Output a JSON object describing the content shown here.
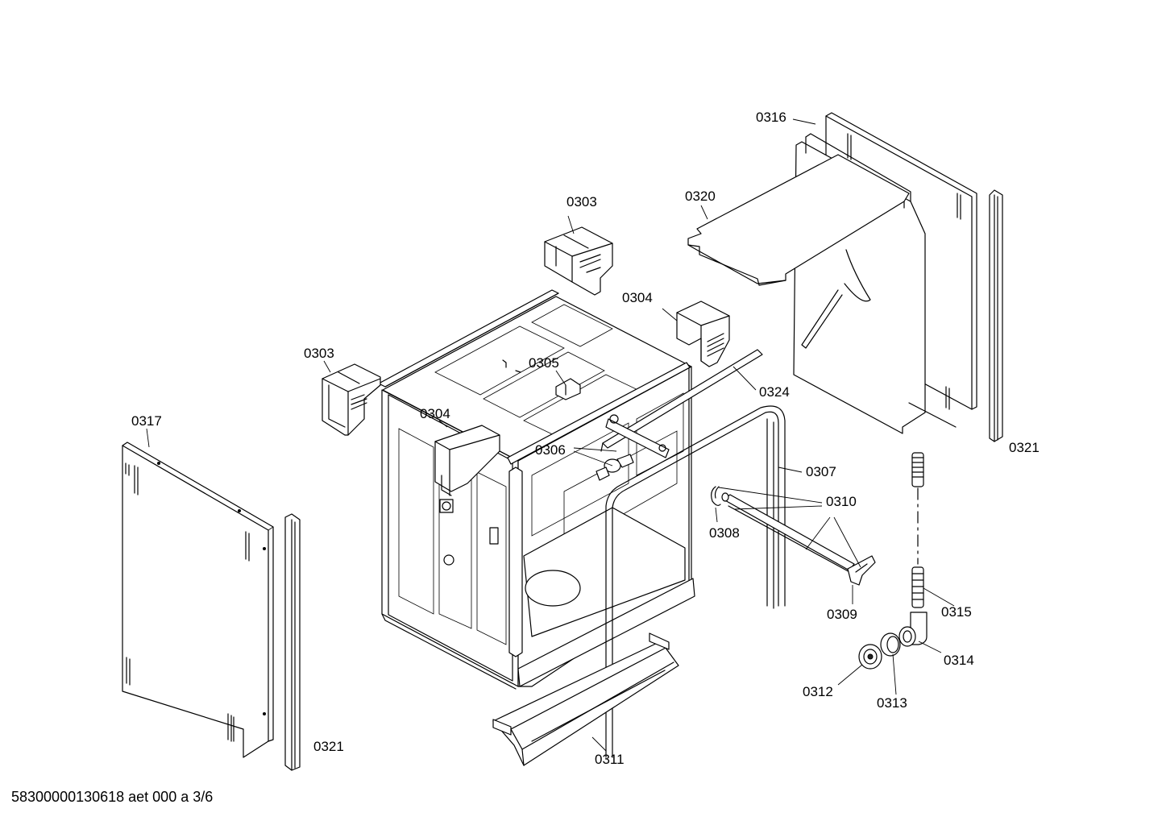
{
  "labels": {
    "p0303a": "0303",
    "p0303b": "0303",
    "p0304a": "0304",
    "p0304b": "0304",
    "p0305": "0305",
    "p0306": "0306",
    "p0307": "0307",
    "p0308": "0308",
    "p0309": "0309",
    "p0310": "0310",
    "p0311": "0311",
    "p0312": "0312",
    "p0313": "0313",
    "p0314": "0314",
    "p0315": "0315",
    "p0316": "0316",
    "p0317": "0317",
    "p0320": "0320",
    "p0321a": "0321",
    "p0321b": "0321",
    "p0324": "0324"
  },
  "footer": "58300000130618 aet 000 a 3/6"
}
